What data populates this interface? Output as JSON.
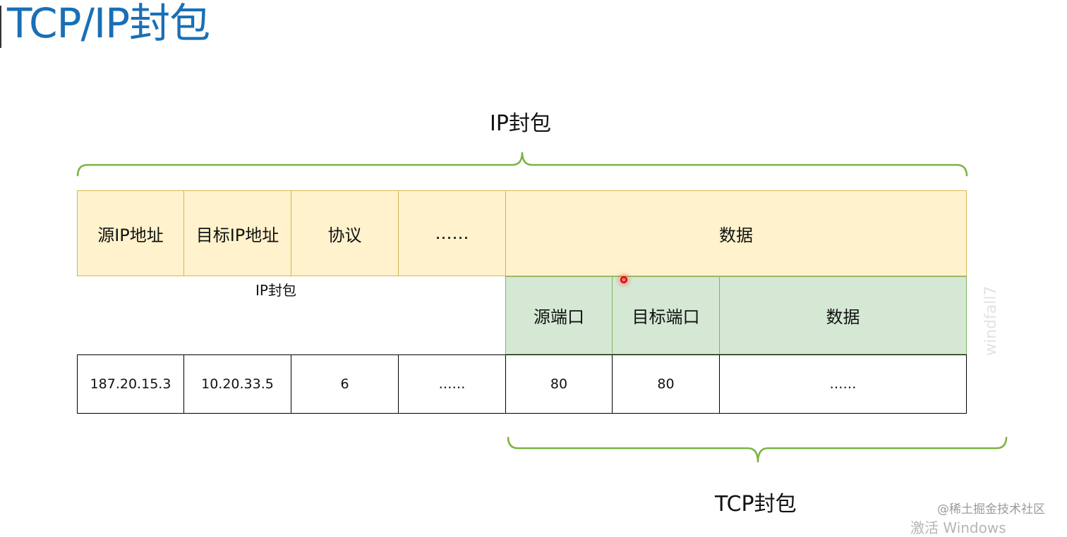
{
  "title": "TCP/IP封包",
  "labels": {
    "ip_top": "IP封包",
    "ip_small": "IP封包",
    "tcp_bottom": "TCP封包"
  },
  "ip_header_cells": [
    "源IP地址",
    "目标IP地址",
    "协议",
    "……",
    "数据"
  ],
  "tcp_header_cells": [
    "源端口",
    "目标端口",
    "数据"
  ],
  "value_cells": [
    "187.20.15.3",
    "10.20.33.5",
    "6",
    "……",
    "80",
    "80",
    "……"
  ],
  "watermark": "windfall7",
  "credit": "@稀土掘金技术社区",
  "activate_text": "激活 Windows",
  "colors": {
    "title": "#1a6fb5",
    "ip_fill": "#fff2cc",
    "ip_border": "#d6b656",
    "tcp_fill": "#d5e8d4",
    "tcp_border": "#82b366",
    "brace": "#7cb342"
  }
}
